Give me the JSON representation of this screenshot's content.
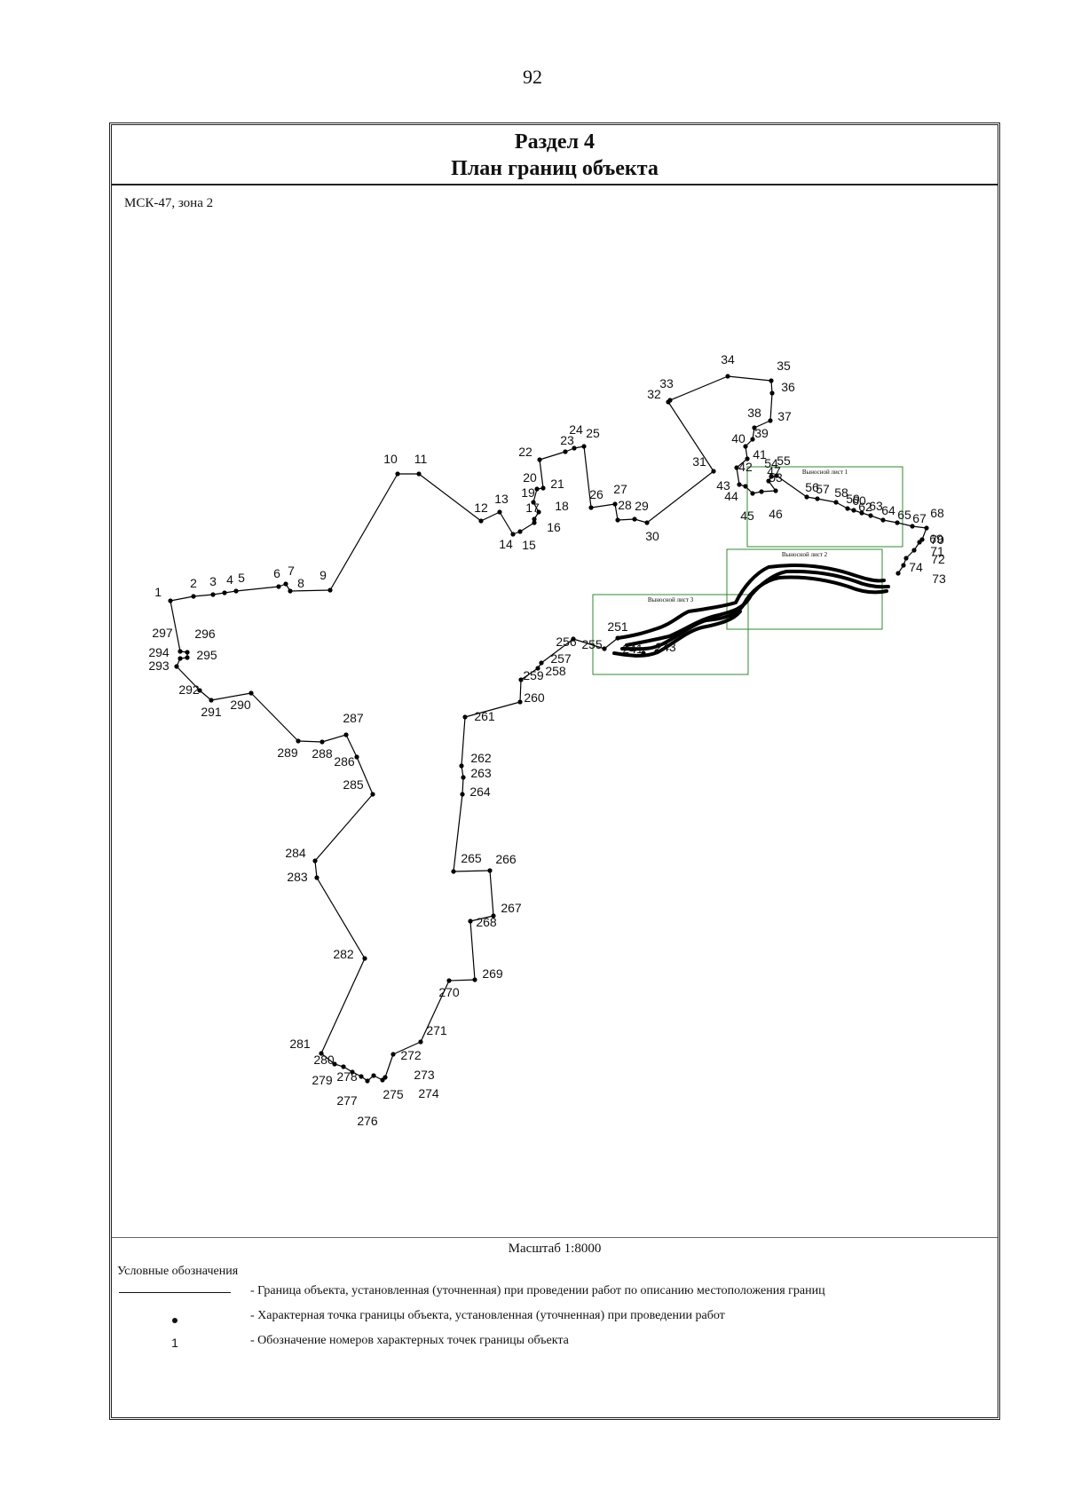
{
  "page_number": "92",
  "title": {
    "section": "Раздел 4",
    "name": "План границ объекта"
  },
  "crs_label": "МСК-47, зона 2",
  "inset_labels": [
    "Выносной лист 1",
    "Выносной лист 2",
    "Выносной лист 3"
  ],
  "scale_label": "Масштаб 1:8000",
  "legend": {
    "title": "Условные обозначения",
    "items": [
      {
        "symbol": "line",
        "text": "- Граница  объекта, установленная (уточненная) при проведении работ по описанию местоположения границ"
      },
      {
        "symbol": "dot",
        "text": "- Характерная точка границы объекта, установленная (уточненная) при проведении работ"
      },
      {
        "symbol": "number",
        "symbol_text": "1",
        "text": "- Обозначение номеров характерных точек границы объекта"
      }
    ]
  },
  "colors": {
    "boundary": "#000000",
    "inset_frame": "#2e8b2e"
  },
  "boundary_points": [
    "1",
    "2",
    "3",
    "4",
    "5",
    "6",
    "7",
    "8",
    "9",
    "10",
    "11",
    "12",
    "13",
    "14",
    "15",
    "16",
    "17",
    "18",
    "19",
    "20",
    "21",
    "22",
    "23",
    "24",
    "25",
    "26",
    "27",
    "28",
    "29",
    "30",
    "31",
    "32",
    "33",
    "34",
    "35",
    "36",
    "37",
    "38",
    "39",
    "40",
    "41",
    "42",
    "43",
    "44",
    "45",
    "46",
    "47",
    "53",
    "54",
    "55",
    "56",
    "57",
    "58",
    "59",
    "60",
    "62",
    "63",
    "64",
    "65",
    "67",
    "68",
    "69",
    "70",
    "71",
    "72",
    "73",
    "74",
    "241",
    "243",
    "251",
    "255",
    "256",
    "257",
    "258",
    "259",
    "260",
    "261",
    "262",
    "263",
    "264",
    "265",
    "266",
    "267",
    "268",
    "269",
    "270",
    "271",
    "272",
    "273",
    "274",
    "275",
    "276",
    "277",
    "278",
    "279",
    "280",
    "281",
    "282",
    "283",
    "284",
    "285",
    "286",
    "287",
    "288",
    "289",
    "290",
    "291",
    "292",
    "293",
    "294",
    "295",
    "296",
    "297"
  ]
}
